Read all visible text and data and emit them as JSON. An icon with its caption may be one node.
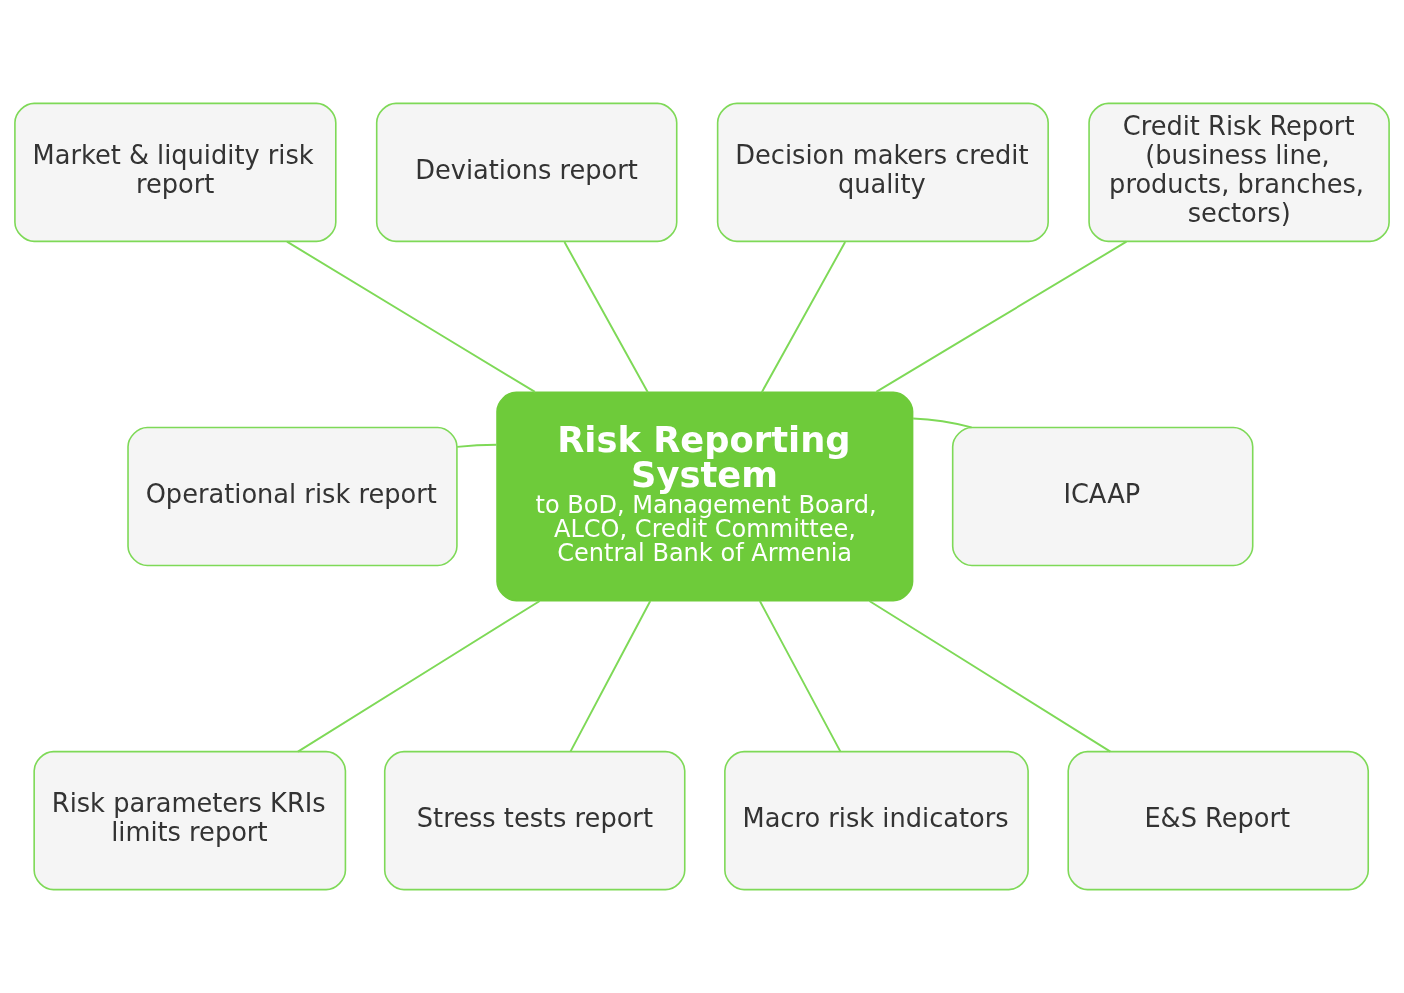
{
  "diagram": {
    "nodes": [
      {
        "text": [
          "Market & liquidity risk report"
        ]
      },
      {
        "text": [
          "Deviations report"
        ]
      },
      {
        "text": [
          "Decision makers credit quality"
        ]
      },
      {
        "text": [
          "Credit Risk Report (business line, products, branches, sectors)"
        ]
      },
      {
        "text": [
          "Operational risk report"
        ]
      },
      {
        "text": [
          "Risk Reporting System",
          "to BoD, Management Board, ALCO, Credit Committee, Central Bank of Armenia"
        ]
      },
      {
        "text": [
          "ICAAP"
        ]
      },
      {
        "text": [
          "Risk parameters KRIs limits report"
        ]
      },
      {
        "text": [
          "Stress tests report"
        ]
      },
      {
        "text": [
          "Macro risk indicators"
        ]
      },
      {
        "text": [
          "E&S Report"
        ]
      }
    ],
    "edges": [
      {
        "from": 0,
        "to": 5,
        "arrow": "none"
      },
      {
        "from": 1,
        "to": 5,
        "arrow": "none"
      },
      {
        "from": 2,
        "to": 5,
        "arrow": "none"
      },
      {
        "from": 3,
        "to": 5,
        "arrow": "none"
      },
      {
        "from": 4,
        "to": 5,
        "arrow": "none"
      },
      {
        "from": 5,
        "to": 6,
        "arrow": "none"
      },
      {
        "from": 5,
        "to": 7,
        "arrow": "none"
      },
      {
        "from": 5,
        "to": 8,
        "arrow": "none"
      },
      {
        "from": 5,
        "to": 9,
        "arrow": "none"
      },
      {
        "from": 5,
        "to": 10,
        "arrow": "none"
      }
    ]
  }
}
